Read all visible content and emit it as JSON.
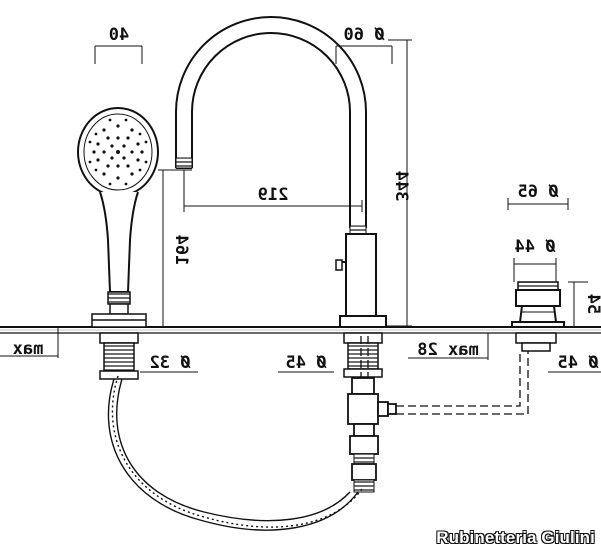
{
  "dimensions": {
    "d40": "40",
    "d60": "Ø 60",
    "d219": "219",
    "d344": "344",
    "d164": "164",
    "d65": "Ø 65",
    "d44": "Ø 44",
    "d54": "54",
    "maxLeft": "max",
    "max28": "max 28",
    "d32": "Ø 32",
    "d45a": "Ø 45",
    "d45b": "Ø 45"
  },
  "brand": "Rubinetteria Giulini"
}
